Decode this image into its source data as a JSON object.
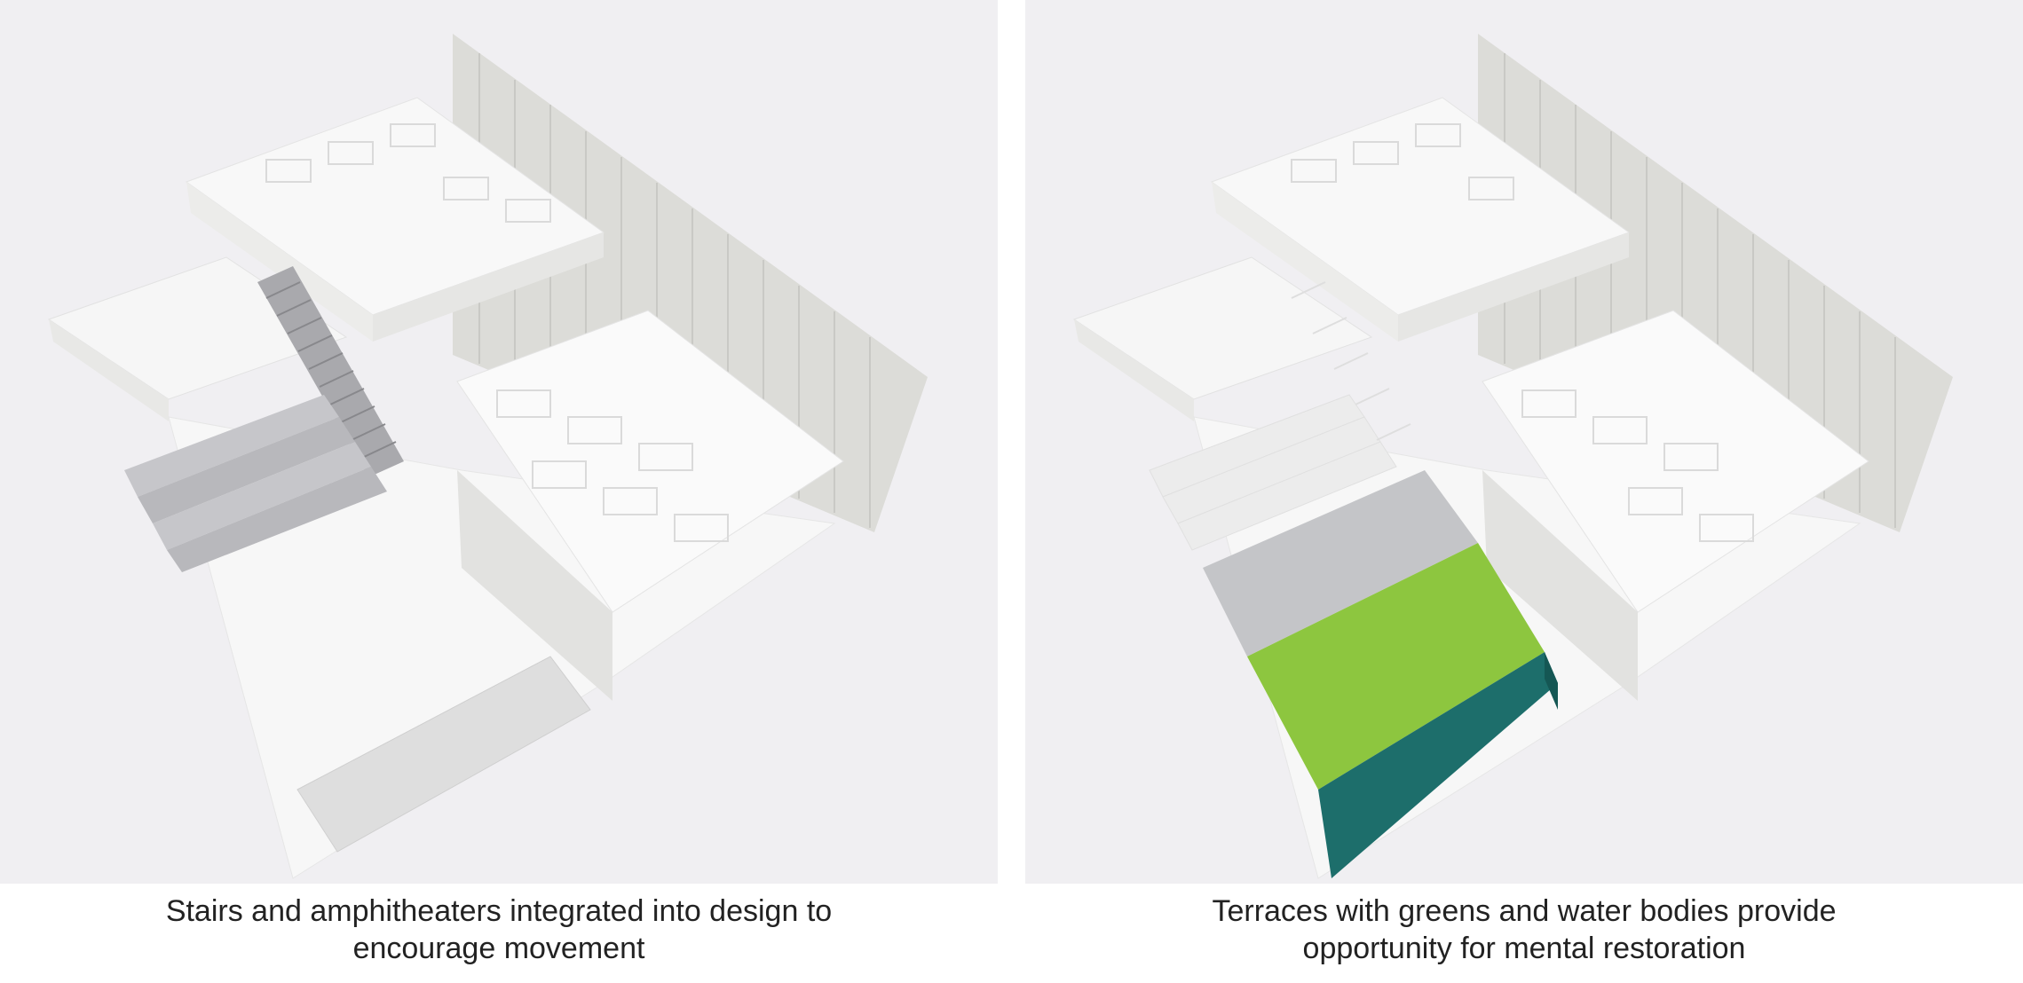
{
  "panels": [
    {
      "caption_line1": "Stairs and amphitheaters integrated into design to",
      "caption_line2": "encourage movement",
      "highlight": "stairs-and-amphitheater",
      "colors": {
        "stairs": "#a9a9ad",
        "steps": "#c6c6ca"
      }
    },
    {
      "caption_line1": "Terraces with greens and water bodies provide",
      "caption_line2": "opportunity for mental restoration",
      "highlight": "terraces",
      "colors": {
        "stone": "#c4c5c8",
        "green": "#8dc63f",
        "water": "#1d6e6b"
      }
    }
  ],
  "colors": {
    "background": "#f0eff2",
    "building": "#f7f7f7",
    "wall": "#dcdcd8",
    "caption_text": "#222222"
  }
}
